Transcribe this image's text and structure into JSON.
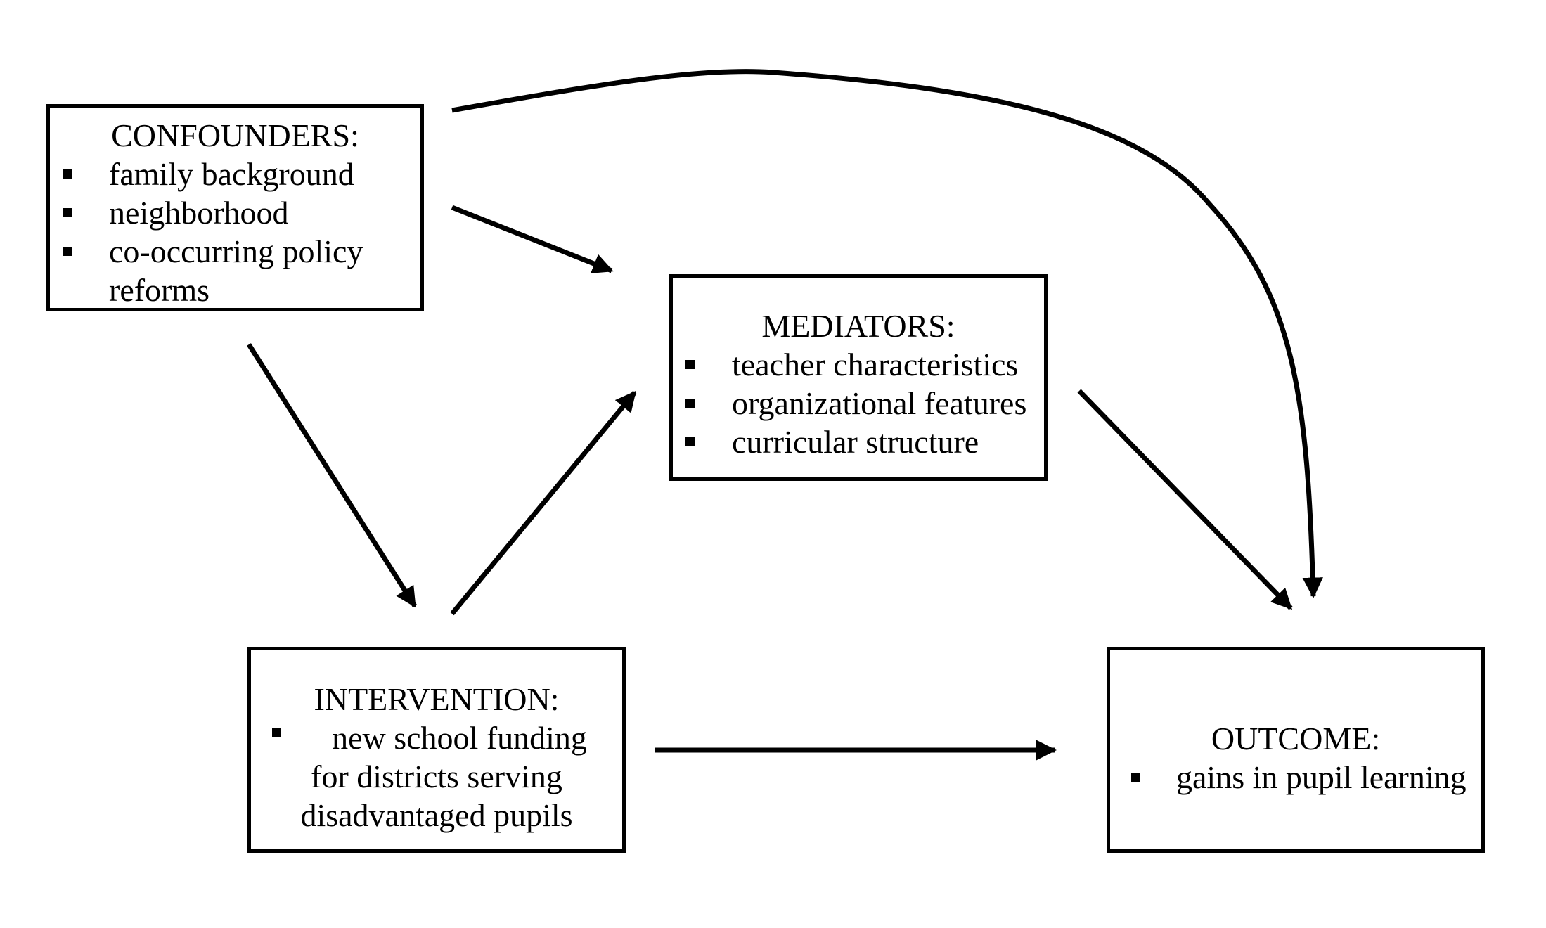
{
  "nodes": {
    "confounders": {
      "title": "CONFOUNDERS:",
      "items": [
        "family background",
        "neighborhood",
        "co-occurring policy",
        "reforms"
      ]
    },
    "mediators": {
      "title": "MEDIATORS:",
      "items": [
        "teacher characteristics",
        "organizational features",
        "curricular structure"
      ]
    },
    "intervention": {
      "title": "INTERVENTION:",
      "lines": [
        "new school funding",
        "for districts serving",
        "disadvantaged pupils"
      ]
    },
    "outcome": {
      "title": "OUTCOME:",
      "items": [
        "gains in pupil learning"
      ]
    }
  },
  "edges": [
    {
      "from": "confounders",
      "to": "mediators"
    },
    {
      "from": "confounders",
      "to": "intervention"
    },
    {
      "from": "confounders",
      "to": "outcome"
    },
    {
      "from": "intervention",
      "to": "mediators"
    },
    {
      "from": "intervention",
      "to": "outcome"
    },
    {
      "from": "mediators",
      "to": "outcome"
    }
  ],
  "colors": {
    "stroke": "#000000",
    "background": "#ffffff"
  }
}
